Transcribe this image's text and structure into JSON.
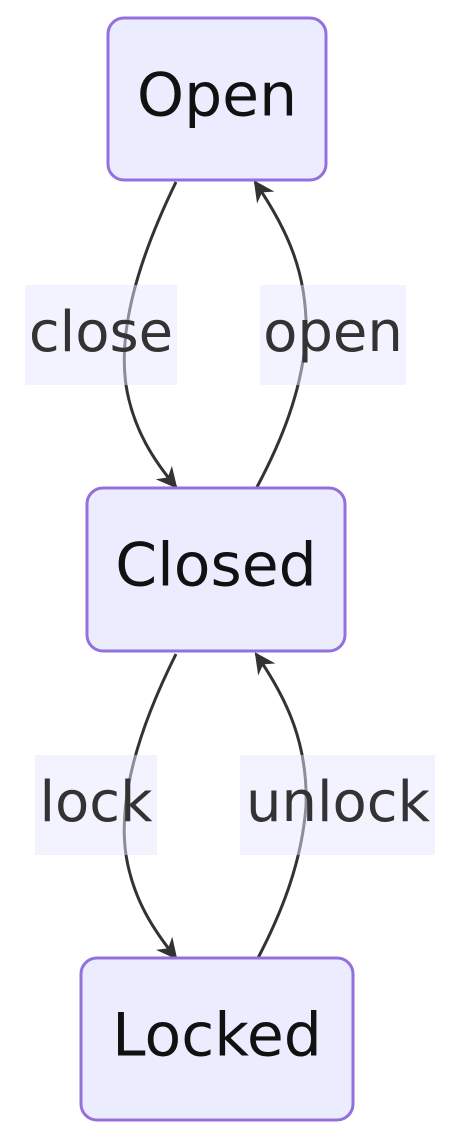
{
  "states": {
    "open": "Open",
    "closed": "Closed",
    "locked": "Locked"
  },
  "transitions": {
    "close": "close",
    "open": "open",
    "lock": "lock",
    "unlock": "unlock"
  },
  "colors": {
    "node_fill": "#ececff",
    "node_stroke": "#9370db",
    "edge_stroke": "#333333",
    "edge_label_background": "#e8e8ff"
  }
}
